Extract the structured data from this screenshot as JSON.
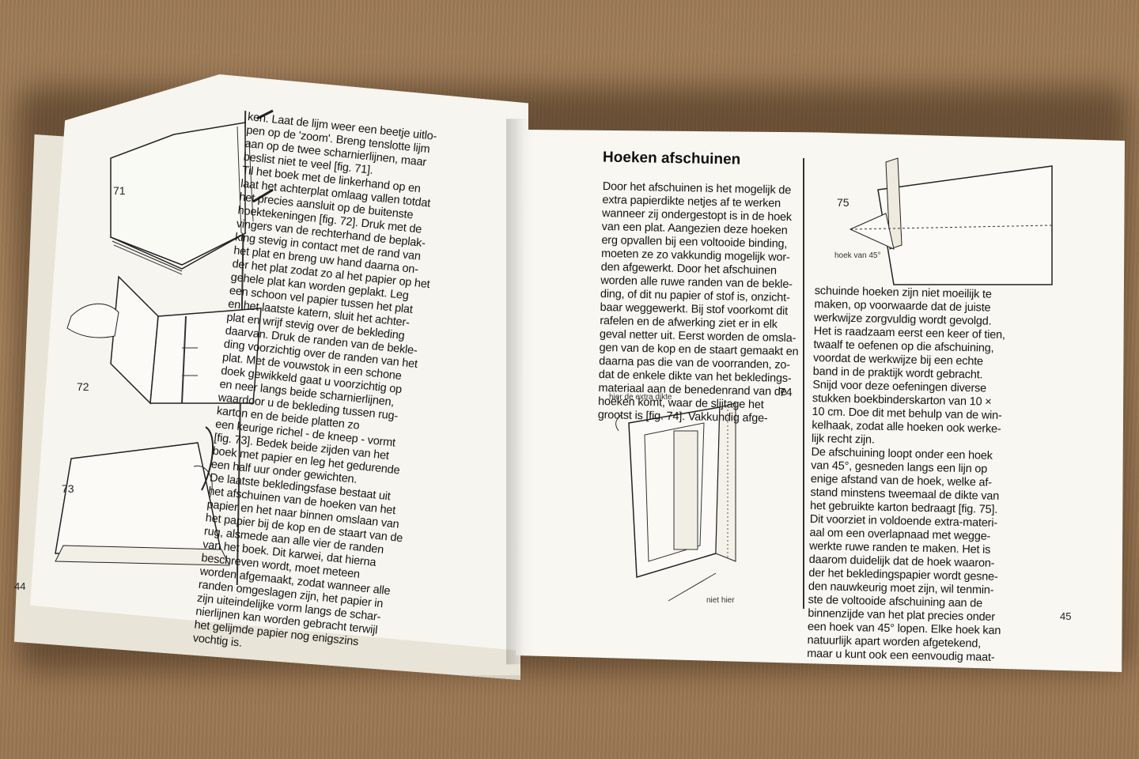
{
  "book": {
    "left_page": {
      "page_number": "44",
      "figures": [
        "71",
        "72",
        "73"
      ],
      "body_lines": [
        "ken. Laat de lijm weer een beetje uitlo-",
        "pen op de 'zoom'. Breng tenslotte lijm",
        "aan op de twee scharnierlijnen, maar",
        "beslist niet te veel [fig. 71].",
        "Til het boek met de linkerhand op en",
        "laat het achterplat omlaag vallen totdat",
        "het precies aansluit op de buitenste",
        "hoektekeningen [fig. 72]. Druk met de",
        "vingers van de rechterhand de beplak-",
        "king stevig in contact met de rand van",
        "het plat en breng uw hand daarna on-",
        "der het plat zodat zo al het papier op het",
        "gehele plat kan worden geplakt. Leg",
        "een schoon vel papier tussen het plat",
        "en het laatste katern, sluit het achter-",
        "plat en wrijf stevig over de bekleding",
        "daarvan. Druk de randen van de bekle-",
        "ding voorzichtig over de randen van het",
        "plat. Met de vouwstok in een schone",
        "doek gewikkeld gaat u voorzichtig op",
        "en neer langs beide scharnierlijnen,",
        "waardoor u de bekleding tussen rug-",
        "karton en de beide platten zo",
        "een keurige richel - de kneep - vormt",
        "[fig. 73]. Bedek beide zijden van het",
        "boek met papier en leg het gedurende",
        "een half uur onder gewichten.",
        "De laatste bekledingsfase bestaat uit",
        "het afschuinen van de hoeken van het",
        "papier en het naar binnen omslaan van",
        "het papier bij de kop en de staart van de",
        "rug, alsmede aan alle vier de randen",
        "van het boek. Dit karwei, dat hierna",
        "beschreven wordt, moet meteen",
        "worden afgemaakt, zodat wanneer alle",
        "randen omgeslagen zijn, het papier in",
        "zijn uiteindelijke vorm langs de schar-",
        "nierlijnen kan worden gebracht terwijl",
        "het gelijmde papier nog enigszins",
        "vochtig is."
      ]
    },
    "right_page": {
      "page_number": "45",
      "heading": "Hoeken afschuinen",
      "figures": [
        "75",
        "74"
      ],
      "captions": {
        "fig75": "hoek van 45°",
        "fig74_top": "hier de extra dikte",
        "fig74_bottom": "niet hier"
      },
      "column_a_lines": [
        "Door het afschuinen is het mogelijk de",
        "extra papierdikte netjes af te werken",
        "wanneer zij ondergestopt is in de hoek",
        "van een plat. Aangezien deze hoeken",
        "erg opvallen bij een voltooide binding,",
        "moeten ze zo vakkundig mogelijk wor-",
        "den afgewerkt. Door het afschuinen",
        "worden alle ruwe randen van de bekle-",
        "ding, of dit nu papier of stof is, onzicht-",
        "baar weggewerkt. Bij stof voorkomt dit",
        "rafelen en de afwerking ziet er in elk",
        "geval netter uit. Eerst worden de omsla-",
        "gen van de kop en de staart gemaakt en",
        "daarna pas die van de voorranden, zo-",
        "dat de enkele dikte van het bekledings-",
        "materiaal aan de benedenrand van de",
        "hoeken komt, waar de slijtage het",
        "grootst is [fig. 74]. Vakkundig afge-"
      ],
      "column_b_lines": [
        "schuinde hoeken zijn niet moeilijk te",
        "maken, op voorwaarde dat de juiste",
        "werkwijze zorgvuldig wordt gevolgd.",
        "Het is raadzaam eerst een keer of tien,",
        "twaalf te oefenen op die afschuining,",
        "voordat de werkwijze bij een echte",
        "band in de praktijk wordt gebracht.",
        "Snijd voor deze oefeningen diverse",
        "stukken boekbinderskarton van 10 ×",
        "10 cm. Doe dit met behulp van de win-",
        "kelhaak, zodat alle hoeken ook werke-",
        "lijk recht zijn.",
        "De afschuining loopt onder een hoek",
        "van 45°, gesneden langs een lijn op",
        "enige afstand van de hoek, welke af-",
        "stand minstens tweemaal de dikte van",
        "het gebruikte karton bedraagt [fig. 75].",
        "Dit voorziet in voldoende extra-materi-",
        "aal om een overlapnaad met wegge-",
        "werkte ruwe randen te maken. Het is",
        "daarom duidelijk dat de hoek waaron-",
        "der het bekledingspapier wordt gesne-",
        "den nauwkeurig moet zijn, wil tenmin-",
        "ste de voltooide afschuining aan de",
        "binnenzijde van het plat precies onder",
        "een hoek van 45° lopen. Elke hoek kan",
        "natuurlijk apart worden afgetekend,",
        "maar u kunt ook een eenvoudig maat-"
      ]
    }
  }
}
